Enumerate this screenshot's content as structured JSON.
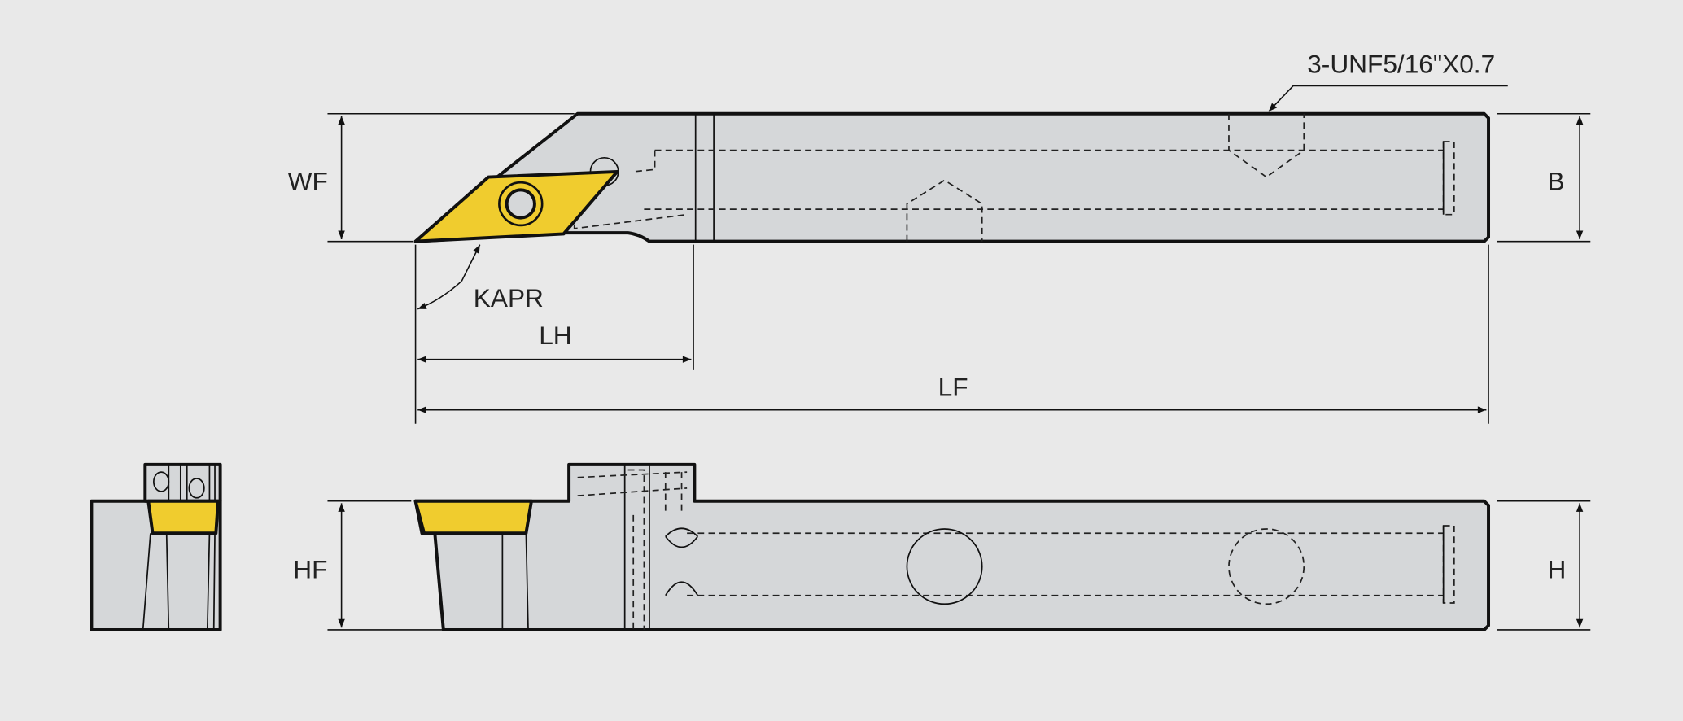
{
  "title": "Boring bar dimension drawing",
  "labels": {
    "wf": "WF",
    "b": "B",
    "kapr": "KAPR",
    "lh": "LH",
    "lf": "LF",
    "hf": "HF",
    "h": "H",
    "thread": "3-UNF5/16\"X0.7"
  },
  "colors": {
    "background": "#e9e9e9",
    "body": "#d5d7d9",
    "insert": "#f0cc2e",
    "line": "#111111"
  }
}
